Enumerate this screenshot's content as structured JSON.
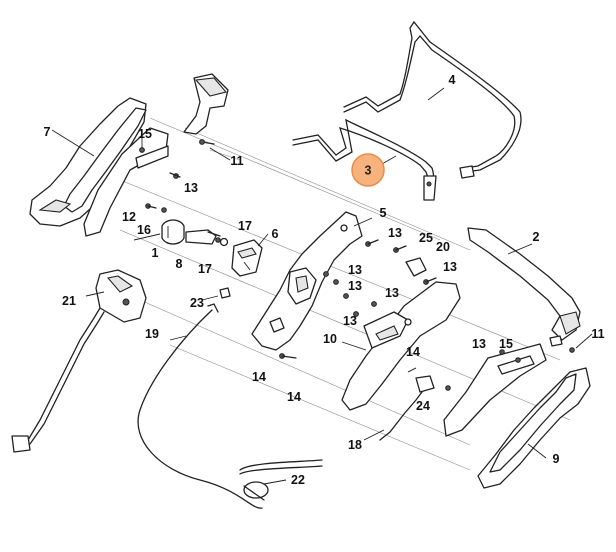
{
  "colors": {
    "highlight": "#f7b27d",
    "highlight_stroke": "#e98d47",
    "line": "#222222",
    "guide": "#8c8c8c"
  },
  "labels": {
    "l1": "1",
    "l2": "2",
    "l3": "3",
    "l4": "4",
    "l5": "5",
    "l6": "6",
    "l7": "7",
    "l8": "8",
    "l9": "9",
    "l10": "10",
    "l11a": "11",
    "l11b": "11",
    "l12": "12",
    "l13a": "13",
    "l13b": "13",
    "l13c": "13",
    "l13d": "13",
    "l13e": "13",
    "l13f": "13",
    "l13g": "13",
    "l13h": "13",
    "l14a": "14",
    "l14b": "14",
    "l14c": "14",
    "l15a": "15",
    "l15b": "15",
    "l16": "16",
    "l17a": "17",
    "l17b": "17",
    "l18": "18",
    "l19": "19",
    "l20": "20",
    "l21": "21",
    "l22": "22",
    "l23": "23",
    "l24": "24",
    "l25": "25"
  }
}
